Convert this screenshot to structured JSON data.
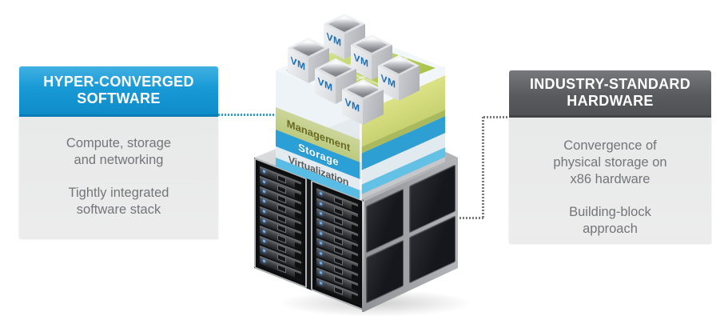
{
  "left_panel": {
    "title_lines": [
      "HYPER-CONVERGED",
      "SOFTWARE"
    ],
    "paragraphs": [
      [
        "Compute, storage",
        "and networking"
      ],
      [
        "Tightly integrated",
        "software stack"
      ]
    ]
  },
  "right_panel": {
    "title_lines": [
      "INDUSTRY-STANDARD",
      "HARDWARE"
    ],
    "paragraphs": [
      [
        "Convergence of",
        "physical storage on",
        "x86 hardware"
      ],
      [
        "Building-block",
        "approach"
      ]
    ]
  },
  "diagram": {
    "software_layers": [
      "Management",
      "Storage",
      "Virtualization"
    ],
    "vm_label": "VM",
    "vm_count": 6
  },
  "colors": {
    "software_accent": "#189ad6",
    "hardware_accent": "#5a5b5e",
    "software_connector": "#2b9ed8",
    "hardware_connector": "#797a7e",
    "management_band": "#c3cf87",
    "storage_band": "#2aa0d6",
    "virtualization_band": "#58bce4",
    "vm_text": "#1b6fb5"
  }
}
